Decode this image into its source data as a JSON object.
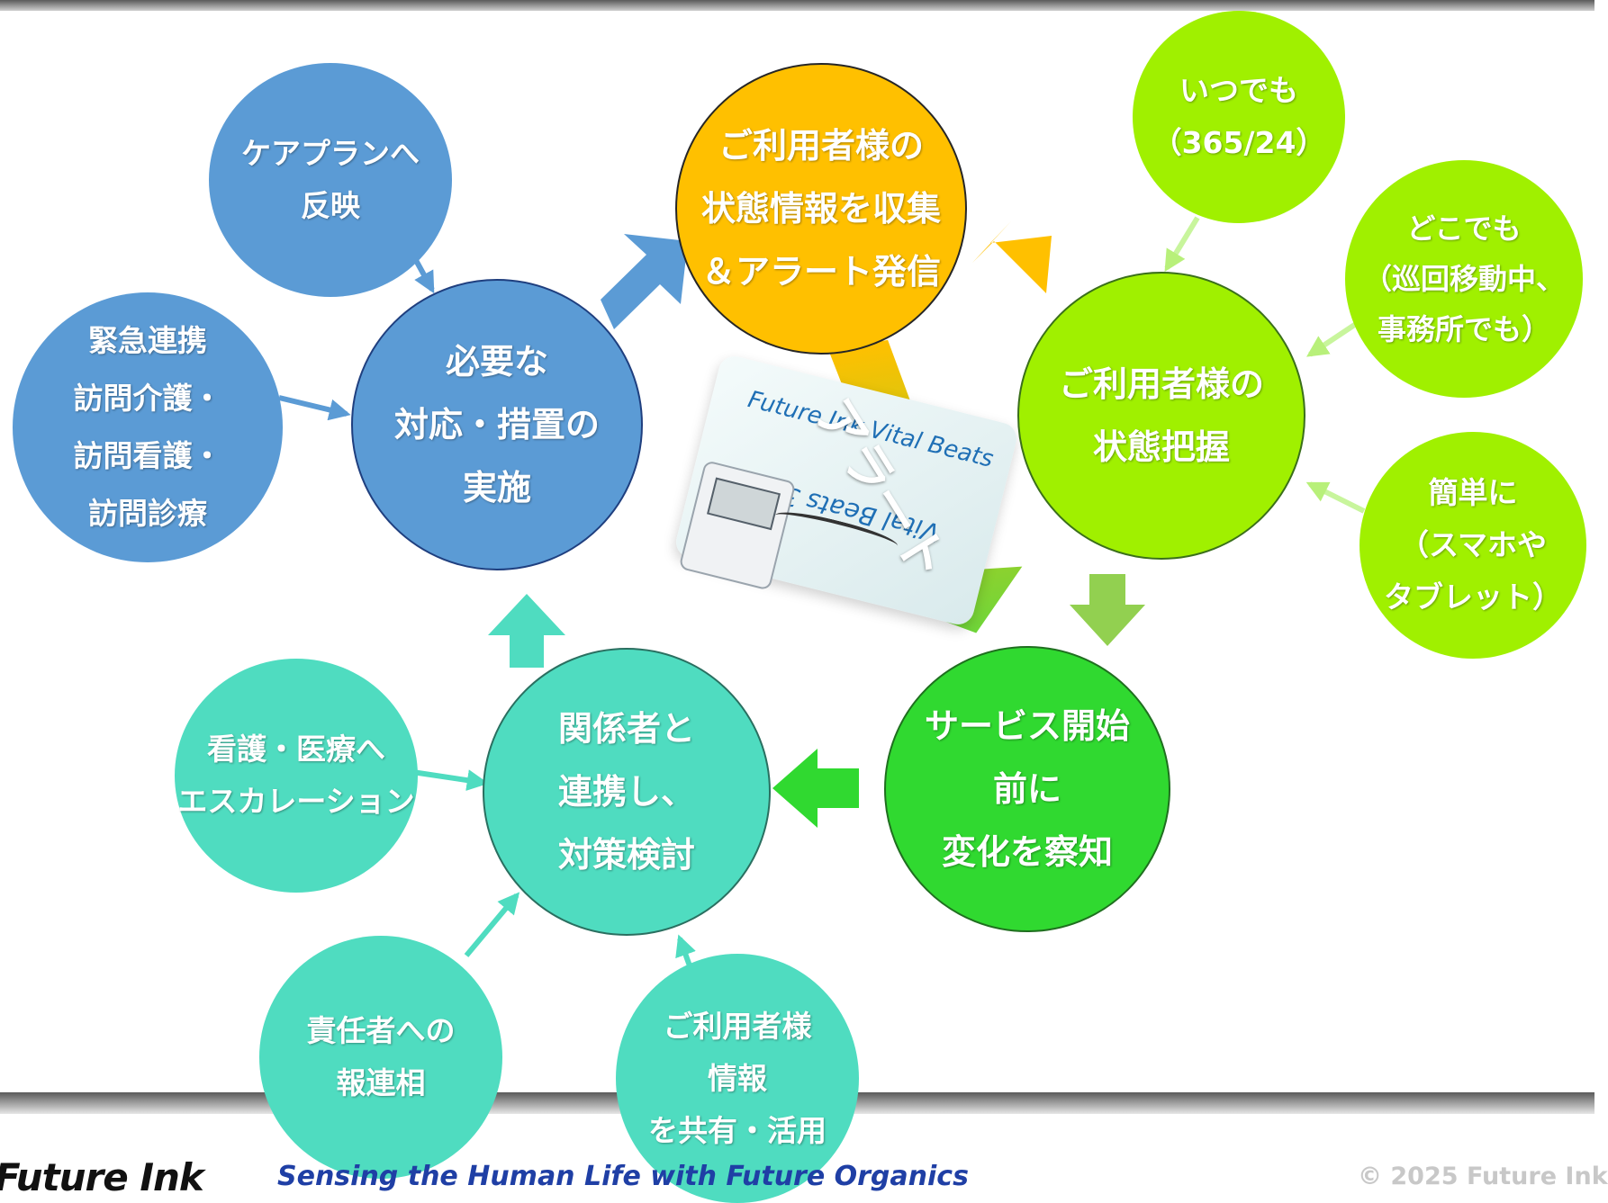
{
  "circles": {
    "careplan": "ケアプランへ\n反映",
    "center_top": "ご利用者様の\n状態情報を収集\n＆アラート発信",
    "anytime": "いつでも\n（365/24）",
    "anywhere": "どこでも\n（巡回移動中、\n事務所でも）",
    "emergency": "緊急連携\n訪問介護・\n訪問看護・\n訪問診療",
    "action": "必要な\n対応・措置の\n実施",
    "grasp": "ご利用者様の\n状態把握",
    "easy": "簡単に\n（スマホや\nタブレット）",
    "escalation": "看護・医療へ\nエスカレーション",
    "coordinate": "関係者と\n連携し、\n対策検討",
    "detect": "サービス開始\n前に\n変化を察知",
    "report": "責任者への\n報連相",
    "share": "ご利用者様\n情報\nを共有・活用"
  },
  "alert_label": "アラート",
  "device": {
    "brand_top": "Future Ink Vital Beats",
    "brand_bottom": "Vital Beats 3in1"
  },
  "footer": {
    "logo": "Future Ink",
    "tagline": "Sensing the Human Life with Future Organics",
    "copyright": "© 2025 Future Ink"
  },
  "colors": {
    "blue": "#5b9bd5",
    "orange": "#ffc000",
    "light_green": "#92d050",
    "green": "#30d930",
    "teal": "#4fdcc0"
  }
}
